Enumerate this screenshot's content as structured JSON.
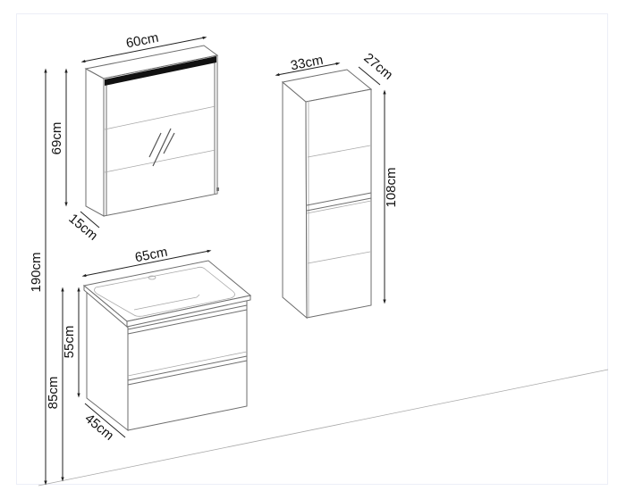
{
  "diagram": {
    "type": "bathroom-furniture-dimension-drawing",
    "colors": {
      "line": "#6e6e6e",
      "dimension": "#222222",
      "led_strip": "#111111",
      "frame": "#eceef7"
    },
    "mirror_cabinet": {
      "width_label": "60cm",
      "height_label": "69cm",
      "depth_label": "15cm",
      "feature": "LED light strip + mirror"
    },
    "vanity_unit": {
      "width_label": "65cm",
      "height_label": "55cm",
      "depth_label": "45cm",
      "mount_height_label": "85cm",
      "drawers": 2
    },
    "tall_cabinet": {
      "width_label": "33cm",
      "depth_label": "27cm",
      "height_label": "108cm",
      "doors": 2
    },
    "overall": {
      "total_height_label": "190cm"
    }
  }
}
